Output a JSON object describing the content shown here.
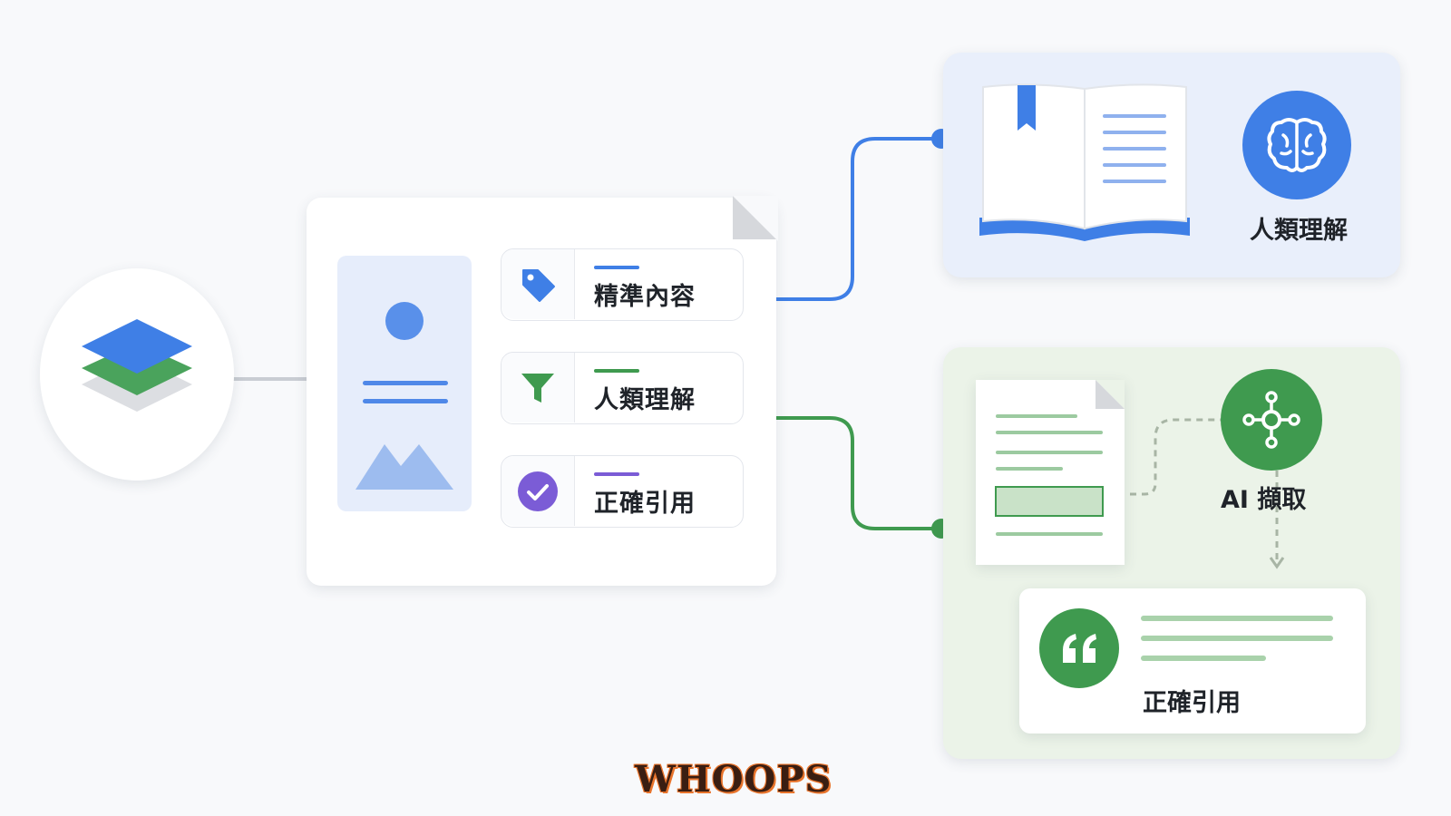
{
  "colors": {
    "blue": "#3f7fe6",
    "green": "#3f9a4f",
    "purple": "#7b5cd6",
    "light_blue_bg": "#e9effb",
    "light_green_bg": "#ebf3e8"
  },
  "source": {
    "icon": "layers-icon"
  },
  "document": {
    "rows": [
      {
        "icon": "tag-icon",
        "label": "精準內容",
        "bar_color": "#3f7fe6"
      },
      {
        "icon": "filter-icon",
        "label": "人類理解",
        "bar_color": "#3f9a4f"
      },
      {
        "icon": "check-circle-icon",
        "label": "正確引用",
        "bar_color": "#7b5cd6"
      }
    ]
  },
  "human_panel": {
    "icon": "brain-icon",
    "label": "人類理解"
  },
  "ai_panel": {
    "icon": "network-hub-icon",
    "label": "AI 擷取",
    "quote_icon": "quote-icon",
    "quote_label": "正確引用"
  },
  "watermark": "WHOOPS"
}
